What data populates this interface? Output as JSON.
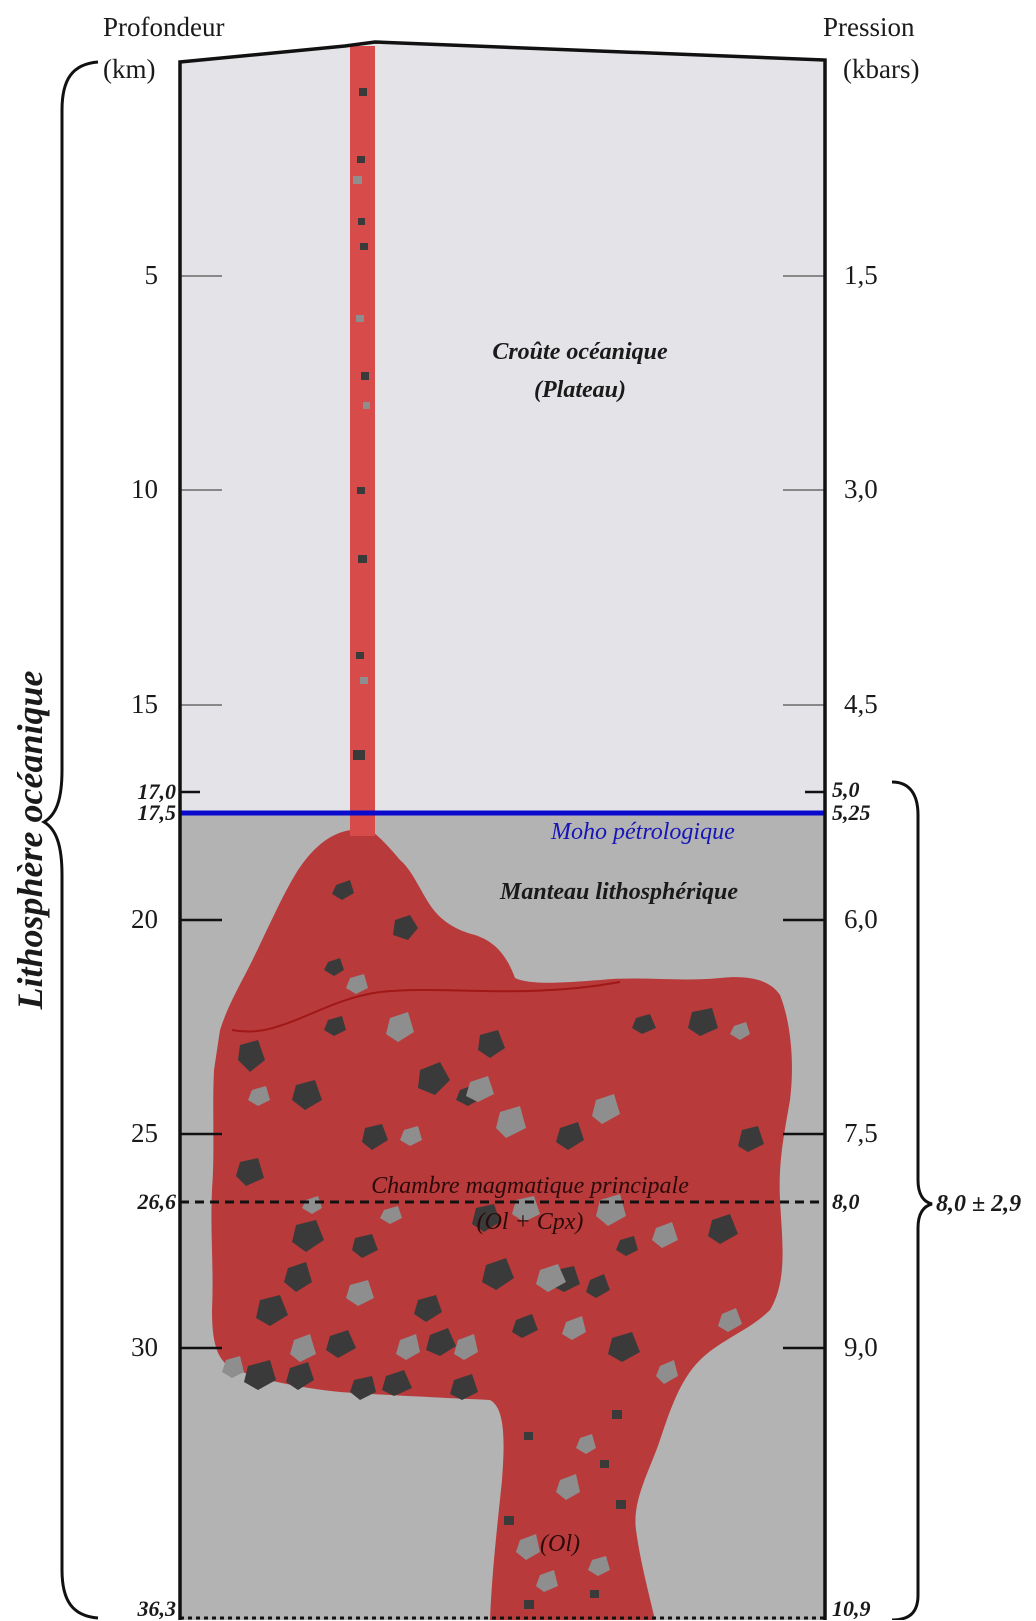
{
  "left_axis": {
    "title_line1": "Profondeur",
    "title_line2": "(km)",
    "ticks": [
      "5",
      "10",
      "15",
      "20",
      "25",
      "30"
    ],
    "bold_ticks": [
      "17,0",
      "17,5",
      "26,6",
      "36,3"
    ]
  },
  "right_axis": {
    "title_line1": "Pression",
    "title_line2": "(kbars)",
    "ticks": [
      "1,5",
      "3,0",
      "4,5",
      "6,0",
      "7,5",
      "9,0"
    ],
    "bold_ticks": [
      "5,0",
      "5,25",
      "8,0",
      "10,9"
    ]
  },
  "zones": {
    "crust_line1": "Croûte océanique",
    "crust_line2": "(Plateau)",
    "moho": "Moho pétrologique",
    "mantle": "Manteau lithosphérique",
    "chamber_line1": "Chambre magmatique principale",
    "chamber_line2": "(Ol + Cpx)",
    "conduit": "(Ol)"
  },
  "side_label": "Lithosphère océanique",
  "brace_label": "8,0 ± 2,9",
  "colors": {
    "crust": "#e4e4e8",
    "mantle": "#b3b3b3",
    "magma": "#b93a3a",
    "moho_line": "#0a0acc",
    "crystal_dark": "#3a3a3a",
    "crystal_light": "#8e8e8e"
  }
}
